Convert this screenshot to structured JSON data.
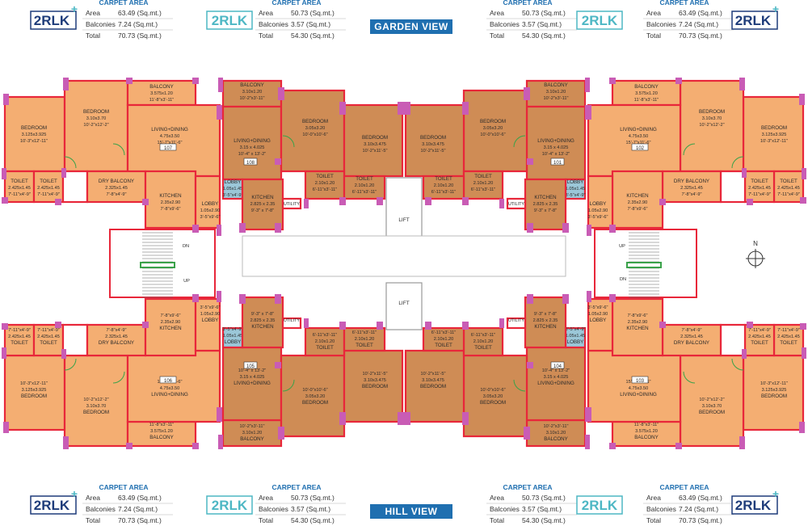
{
  "views": {
    "top": "GARDEN VIEW",
    "bottom": "HILL VIEW"
  },
  "compass": {
    "label": "N"
  },
  "colors": {
    "room": "#f4ae72",
    "room_dark": "#cf8c55",
    "wall": "#e8273a",
    "column": "#c95cb5",
    "accent": "#1f6fb0",
    "teal": "#4db7c4",
    "navy": "#1e3c7a",
    "green": "#3aa24a"
  },
  "cards": {
    "tl": {
      "heading": "CARPET AREA",
      "type": "2RLK",
      "rows": [
        [
          "Area",
          "63.49 (Sq.mt.)"
        ],
        [
          "Balconies",
          "7.24 (Sq.mt.)"
        ],
        [
          "Total",
          "70.73 (Sq.mt.)"
        ]
      ]
    },
    "tc": {
      "heading": "CARPET AREA",
      "type": "2RLK",
      "rows": [
        [
          "Area",
          "50.73 (Sq.mt.)"
        ],
        [
          "Balconies",
          "3.57 (Sq.mt.)"
        ],
        [
          "Total",
          "54.30 (Sq.mt.)"
        ]
      ]
    },
    "tr1": {
      "heading": "CARPET AREA",
      "type": "2RLK",
      "rows": [
        [
          "Area",
          "50.73 (Sq.mt.)"
        ],
        [
          "Balconies",
          "3.57 (Sq.mt.)"
        ],
        [
          "Total",
          "54.30 (Sq.mt.)"
        ]
      ]
    },
    "tr2": {
      "heading": "CARPET AREA",
      "type": "2RLK",
      "rows": [
        [
          "Area",
          "63.49 (Sq.mt.)"
        ],
        [
          "Balconies",
          "7.24 (Sq.mt.)"
        ],
        [
          "Total",
          "70.73 (Sq.mt.)"
        ]
      ]
    },
    "bl": {
      "heading": "CARPET AREA",
      "type": "2RLK",
      "rows": [
        [
          "Area",
          "63.49 (Sq.mt.)"
        ],
        [
          "Balconies",
          "7.24 (Sq.mt.)"
        ],
        [
          "Total",
          "70.73 (Sq.mt.)"
        ]
      ]
    },
    "bc": {
      "heading": "CARPET AREA",
      "type": "2RLK",
      "rows": [
        [
          "Area",
          "50.73 (Sq.mt.)"
        ],
        [
          "Balconies",
          "3.57 (Sq.mt.)"
        ],
        [
          "Total",
          "54.30 (Sq.mt.)"
        ]
      ]
    },
    "br1": {
      "heading": "CARPET AREA",
      "type": "2RLK",
      "rows": [
        [
          "Area",
          "50.73 (Sq.mt.)"
        ],
        [
          "Balconies",
          "3.57 (Sq.mt.)"
        ],
        [
          "Total",
          "54.30 (Sq.mt.)"
        ]
      ]
    },
    "br2": {
      "heading": "CARPET AREA",
      "type": "2RLK",
      "rows": [
        [
          "Area",
          "63.49 (Sq.mt.)"
        ],
        [
          "Balconies",
          "7.24 (Sq.mt.)"
        ],
        [
          "Total",
          "70.73 (Sq.mt.)"
        ]
      ]
    }
  },
  "flats": [
    "107",
    "108",
    "101",
    "102",
    "106",
    "105",
    "104",
    "103"
  ],
  "rooms": {
    "bedroom_corner": [
      "BEDROOM",
      "3.125x3.925",
      "10'-3\"x12'-11\""
    ],
    "bedroom_big": [
      "BEDROOM",
      "3.10x3.70",
      "10'-2\"x12'-2\""
    ],
    "balcony_big": [
      "BALCONY",
      "3.575x1.20",
      "11'-8\"x3'-11\""
    ],
    "living_big": [
      "LIVING+DINING",
      "4.75x3.50",
      "15'-7\"x11'-6\""
    ],
    "toilet_a": [
      "TOILET",
      "2.425x1.45",
      "7'-11\"x4'-9\""
    ],
    "toilet_b": [
      "TOILET",
      "2.425x1.45",
      "7'-11\"x4'-9\""
    ],
    "dry_balcony": [
      "DRY BALCONY",
      "2.325x1.45",
      "7'-8\"x4'-9\""
    ],
    "kitchen_big": [
      "KITCHEN",
      "2.35x2.90",
      "7'-8\"x9'-6\""
    ],
    "lobby_big": [
      "LOBBY",
      "1.05x2.90",
      "3'-5\"x9'-6\""
    ],
    "balcony_small": [
      "BALCONY",
      "3.10x1.20",
      "10'-2\"x3'-11\""
    ],
    "living_small": [
      "LIVING+DINING",
      "3.15 x 4.025",
      "10'-4\" x 13'-2\""
    ],
    "lobby_small": [
      "LOBBY",
      "1.05x1.45",
      "3'-5\"x4'-9\""
    ],
    "kitchen_small": [
      "KITCHEN",
      "2.825 x 2.35",
      "9'-3\" x 7'-8\""
    ],
    "bedroom_small": [
      "BEDROOM",
      "3.05x3.20",
      "10'-0\"x10'-6\""
    ],
    "bedroom_mid": [
      "BEDROOM",
      "3.10x3.475",
      "10'-2\"x11'-5\""
    ],
    "toilet_small": [
      "TOILET",
      "2.10x1.20",
      "6'-11\"x3'-11\""
    ],
    "utility": "UTILITY",
    "lift": "LIFT",
    "up": "UP",
    "dn": "DN"
  }
}
